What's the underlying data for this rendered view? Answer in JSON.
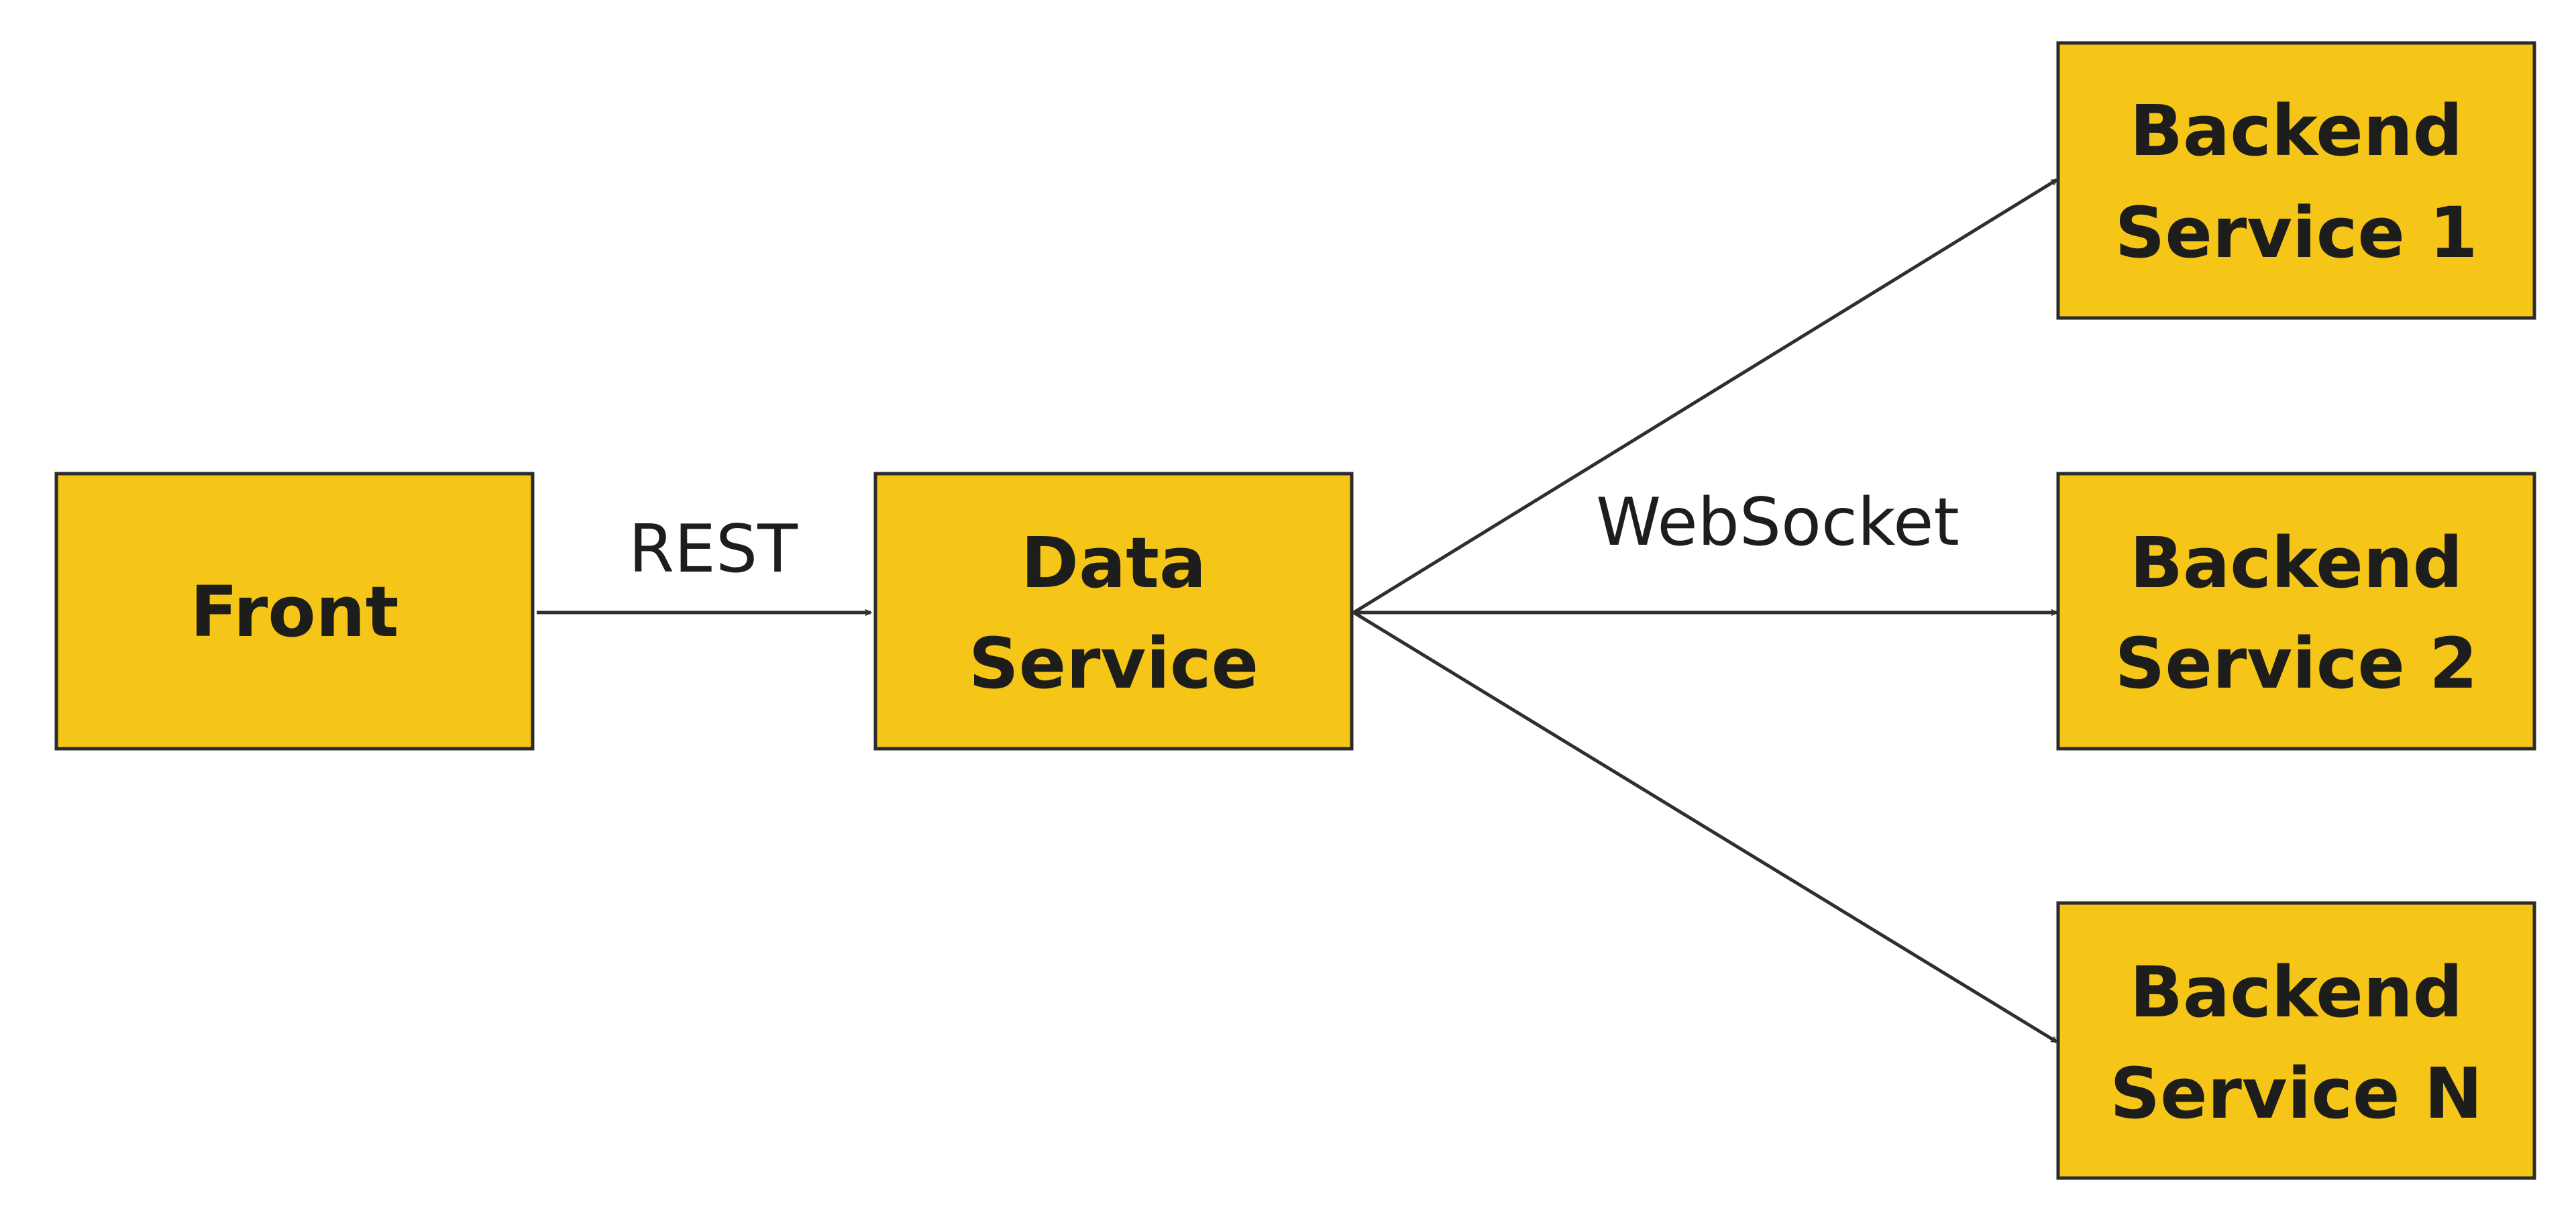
{
  "diagram": {
    "colors": {
      "node_fill": "#F5C518",
      "node_border": "#2B2B2B",
      "text": "#1D1D1B",
      "edge": "#2F2F2F",
      "background": "#FFFFFF"
    },
    "nodes": {
      "front": {
        "lines": [
          "Front"
        ]
      },
      "data_service": {
        "lines": [
          "Data",
          "Service"
        ]
      },
      "backend_1": {
        "lines": [
          "Backend",
          "Service 1"
        ]
      },
      "backend_2": {
        "lines": [
          "Backend",
          "Service 2"
        ]
      },
      "backend_n": {
        "lines": [
          "Backend",
          "Service N"
        ]
      }
    },
    "edges": {
      "rest": {
        "from": "Front",
        "to": "Data Service",
        "label": "REST"
      },
      "websocket_1": {
        "from": "Data Service",
        "to": "Backend Service 1"
      },
      "websocket_2": {
        "from": "Data Service",
        "to": "Backend Service 2",
        "label": "WebSocket"
      },
      "websocket_n": {
        "from": "Data Service",
        "to": "Backend Service N"
      }
    }
  }
}
